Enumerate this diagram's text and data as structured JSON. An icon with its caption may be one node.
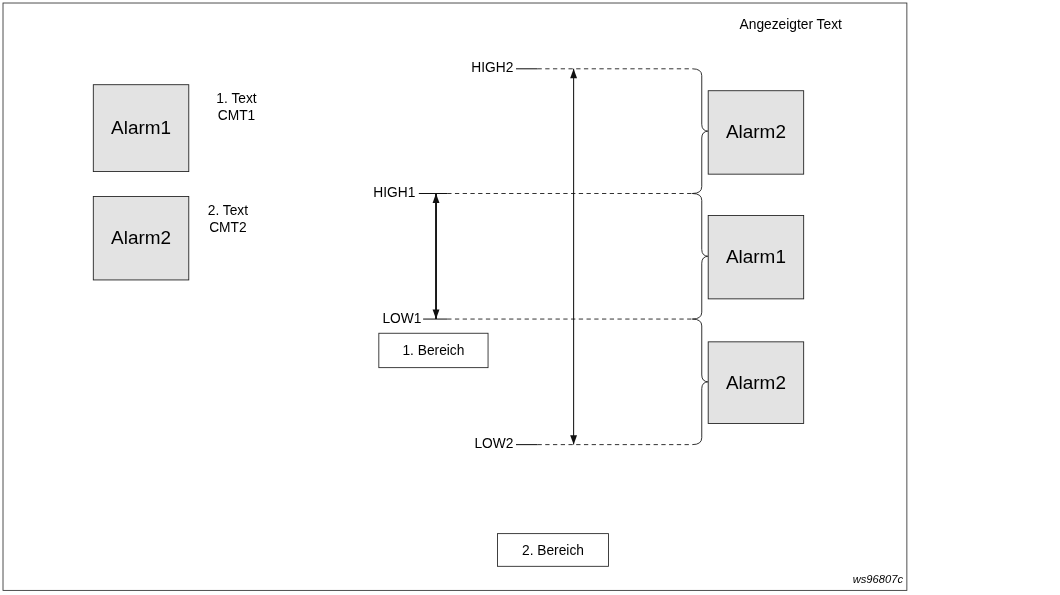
{
  "diagram": {
    "nodes": [
      {
        "text": [
          "Alarm1"
        ],
        "beside": [
          "1. Text CMT1"
        ]
      },
      {
        "text": [
          "Alarm2"
        ],
        "beside": [
          "2. Text CMT2"
        ]
      },
      {
        "text": [
          "Alarm2"
        ]
      },
      {
        "text": [
          "Alarm1"
        ]
      },
      {
        "text": [
          "1. Bereich"
        ]
      },
      {
        "text": [
          "Alarm2"
        ]
      },
      {
        "text": [
          "2. Bereich"
        ]
      }
    ],
    "labels": [
      "HIGH2",
      "Angezeigter Text",
      "HIGH1",
      "LOW1",
      "LOW2",
      "ws96807c"
    ]
  }
}
